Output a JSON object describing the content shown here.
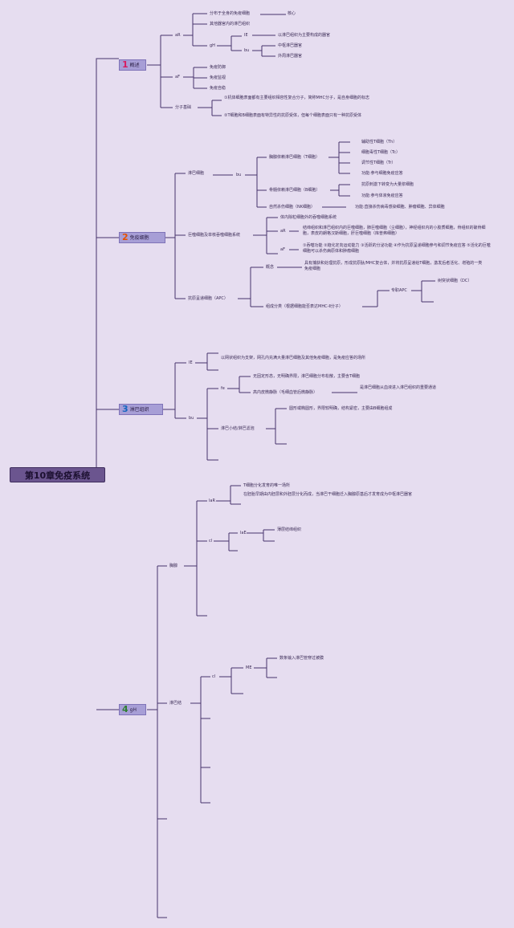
{
  "root": {
    "title": "第10章免疫系统"
  },
  "sections": [
    {
      "num": "1",
      "label": "概述",
      "num_color": "#d81b60"
    },
    {
      "num": "2",
      "label": "免疫细胞",
      "num_color": "#e65100"
    },
    {
      "num": "3",
      "label": "淋巴组织",
      "num_color": "#1565c0"
    },
    {
      "num": "4",
      "label": "gH",
      "num_color": "#2e7d32"
    }
  ],
  "overview": {
    "aR": "aR",
    "distribution": "分布于全身的免疫细胞",
    "core": "核心",
    "other_organs": "其他器官内的淋巴组织",
    "gH": "gH",
    "IE": "IE",
    "IE_text": "以淋巴组织为主要构成的器官",
    "bu": "bu",
    "central": "中枢淋巴器官",
    "peripheral": "外周淋巴器官",
    "aF": "aF",
    "defense": "免疫防御",
    "surveillance": "免疫监视",
    "stability": "免疫自稳",
    "molecular": "分子基础",
    "mol1": "①机体细胞表面都有主要组织相容性复合分子，简称MHC分子，是自身细胞的标志",
    "mol2": "②T细胞和B细胞表面有特异性的抗原受体，但每个细胞表面只有一种抗原受体"
  },
  "cells": {
    "lymphocyte": "淋巴细胞",
    "bu": "bu",
    "t_cell": "胸腺依赖淋巴细胞（T细胞）",
    "th": "辅助性T细胞（Th）",
    "tc": "细胞毒性T细胞（Tc）",
    "tr": "调节性T细胞（Tr）",
    "t_func": "功能:参与细胞免疫应答",
    "b_cell": "骨髓依赖淋巴细胞（B细胞）",
    "b1": "抗原刺激下转变为大量浆细胞",
    "b2": "功能:参与体液免疫应答",
    "nk": "自然杀伤细胞（NK细胞）",
    "nk_func": "功能:直接杀伤病毒感染细胞、肿瘤细胞、异体细胞",
    "mps": "巨噬细胞及单核吞噬细胞系统",
    "mps_def": "体内除粒细胞外的吞噬细胞系统",
    "aR": "aR",
    "mps_aR": "结缔组织和淋巴组织内的巨噬细胞，肺巨噬细胞（尘细胞），神经组织内的小胶质细胞，骨组织的破骨细胞，表皮的朗格汉斯细胞，肝巨噬细胞（库普弗细胞）",
    "aF": "aF",
    "mps_aF": "①吞噬功能 ②趋化定向运动能力 ③活跃的分泌功能 ④作为抗原呈递细胞参与和调节免疫应答 ⑤活化的巨噬细胞可以杀伤病原体和肿瘤细胞",
    "apc": "抗原呈递细胞（APC）",
    "concept": "概念",
    "concept_text": "具有捕获和处理抗原，形成抗原肽/MHC复合体，并将抗原呈递给T细胞，激发后者活化、增殖的一类免疫细胞",
    "classification": "组成分类（根据细胞能否表达MHC-Ⅱ分子）",
    "professional": "专职APC",
    "dc": "树突状细胞（DC）"
  },
  "tissue": {
    "IE": "IE",
    "IE_text": "以网状组织为支架，网孔内充满大量淋巴细胞及其他免疫细胞，是免疫应答的场所",
    "bu": "bu",
    "fe": "fe",
    "diffuse": "无固定形态，无明确界限，淋巴细胞分布松散，主要含T细胞",
    "hev": "高内皮微静脉（毛细血管后微静脉）",
    "hev_text": "是淋巴细胞从血液进入淋巴组织的重要通道",
    "nodule": "淋巴小结/淋巴滤泡",
    "nodule_text": "圆形或椭圆形，界限较明确，结构紧密，主要由B细胞组成"
  },
  "organs": {
    "thymus": "胸腺",
    "laR": "laR",
    "thymus1": "T细胞分化发育的唯一场所",
    "thymus2": "在胚胎早期由内胚层和外胚层分化而成，当淋巴干细胞迁入胸腺原基后才发育成为中枢淋巴器官",
    "cl": "cl",
    "laE": "laE",
    "capsule": "薄层结缔组织",
    "node": "淋巴结",
    "cl2": "cl",
    "ME": "ME",
    "vessels": "数条输入淋巴管穿过被膜"
  },
  "colors": {
    "background": "#e6ddf0",
    "line": "#47326b",
    "root_fill": "#6b558f",
    "section_fill": "#a79ed6"
  }
}
